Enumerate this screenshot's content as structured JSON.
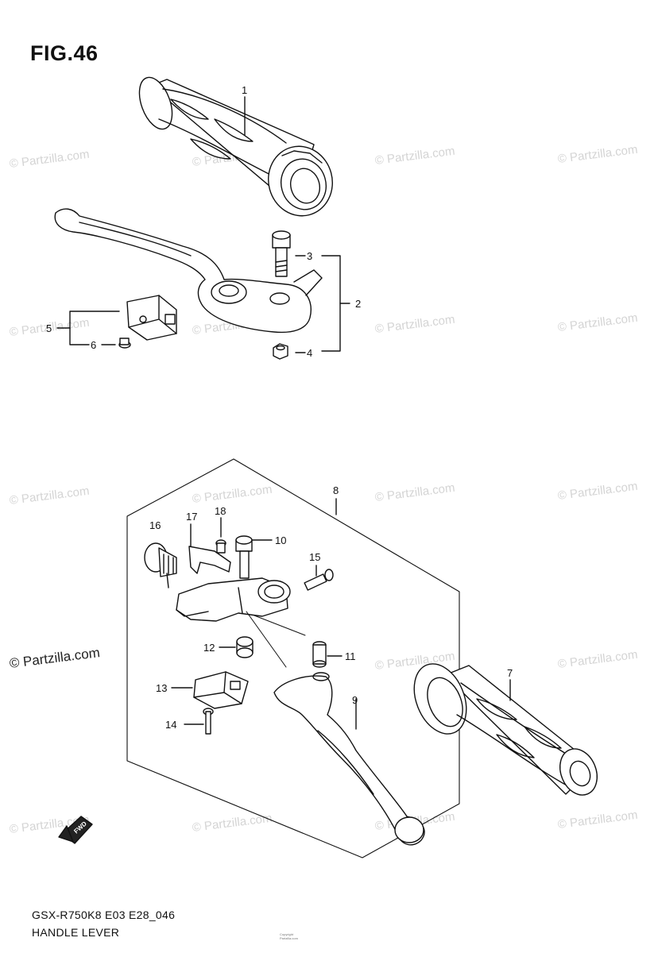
{
  "figure": {
    "title": "FIG.46"
  },
  "callouts": [
    "1",
    "2",
    "3",
    "4",
    "5",
    "6",
    "7",
    "8",
    "9",
    "10",
    "11",
    "12",
    "13",
    "14",
    "15",
    "16",
    "17",
    "18"
  ],
  "watermark": {
    "text": "© Partzilla.com"
  },
  "footer": {
    "code": "GSX-R750K8 E03 E28_046",
    "caption": "HANDLE LEVER",
    "copyright_line1": "Copyright",
    "copyright_line2": "Partzilla.com"
  },
  "direction_badge": "FWD",
  "colors": {
    "ink": "#111111",
    "watermark": "#d4d4d4",
    "background": "#ffffff"
  }
}
